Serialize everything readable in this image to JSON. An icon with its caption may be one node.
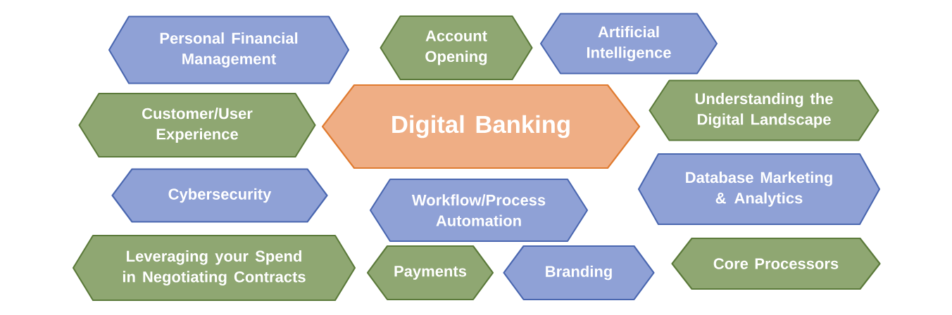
{
  "diagram": {
    "nodes": [
      {
        "text": [
          "Personal Financial Management"
        ]
      },
      {
        "text": [
          "Account Opening"
        ]
      },
      {
        "text": [
          "Artificial Intelligence"
        ]
      },
      {
        "text": [
          "Customer/User Experience"
        ]
      },
      {
        "text": [
          "Digital Banking"
        ]
      },
      {
        "text": [
          "Understanding the Digital Landscape"
        ]
      },
      {
        "text": [
          "Cybersecurity"
        ]
      },
      {
        "text": [
          "Workflow/Process Automation"
        ]
      },
      {
        "text": [
          "Database Marketing & Analytics"
        ]
      },
      {
        "text": [
          "Leveraging your Spend in Negotiating Contracts"
        ]
      },
      {
        "text": [
          "Payments"
        ]
      },
      {
        "text": [
          "Branding"
        ]
      },
      {
        "text": [
          "Core Processors"
        ]
      }
    ]
  }
}
